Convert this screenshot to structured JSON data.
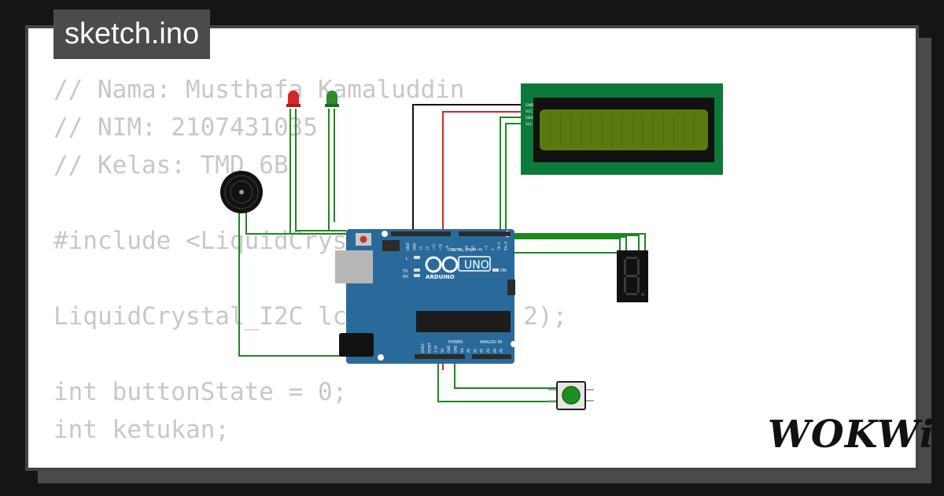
{
  "window": {
    "title": "sketch.ino"
  },
  "code": {
    "lines": [
      "// Nama: Musthafa Kamaluddin",
      "// NIM: 2107431035",
      "// Kelas: TMD 6B",
      "",
      "#include <LiquidCrystal_I2C.h>",
      "",
      "LiquidCrystal_I2C lcd(0x27, 16, 2);",
      "",
      "int buttonState = 0;",
      "int ketukan;"
    ]
  },
  "board": {
    "brand": "ARDUINO",
    "model": "UNO",
    "digital_label": "DIGITAL (PWM ~)",
    "power_label": "POWER",
    "analog_label": "ANALOG IN",
    "on_label": "ON",
    "led_labels": [
      "L",
      "TX",
      "RX"
    ],
    "top_pins": [
      "AREF",
      "GND",
      "13",
      "12",
      "~11",
      "~10",
      "~9",
      "8",
      "7",
      "~6",
      "~5",
      "4",
      "~3",
      "2",
      "TX→1",
      "RX←0"
    ],
    "bottom_pins": [
      "IOREF",
      "RESET",
      "3.3V",
      "5V",
      "GND",
      "GND",
      "Vin",
      "A0",
      "A1",
      "A2",
      "A3",
      "A4",
      "A5"
    ]
  },
  "lcd": {
    "pins": [
      "GND",
      "VCC",
      "SDA",
      "SCL"
    ]
  },
  "logo": {
    "text": "WOKWi"
  },
  "colors": {
    "board": "#2a6a9a",
    "lcd_pcb": "#0b7a3a",
    "lcd_screen": "#5a7a0e",
    "wire_green": "#1a8a1a",
    "wire_red": "#e02020",
    "wire_black": "#111111",
    "led_red": "#d92626",
    "led_green": "#2e8b2e",
    "button_cap": "#1f8f1f"
  },
  "icons": {
    "buzzer": "buzzer-icon",
    "led_red": "led-red-icon",
    "led_green": "led-green-icon",
    "button": "pushbutton-icon",
    "seven_segment": "seven-segment-icon"
  }
}
